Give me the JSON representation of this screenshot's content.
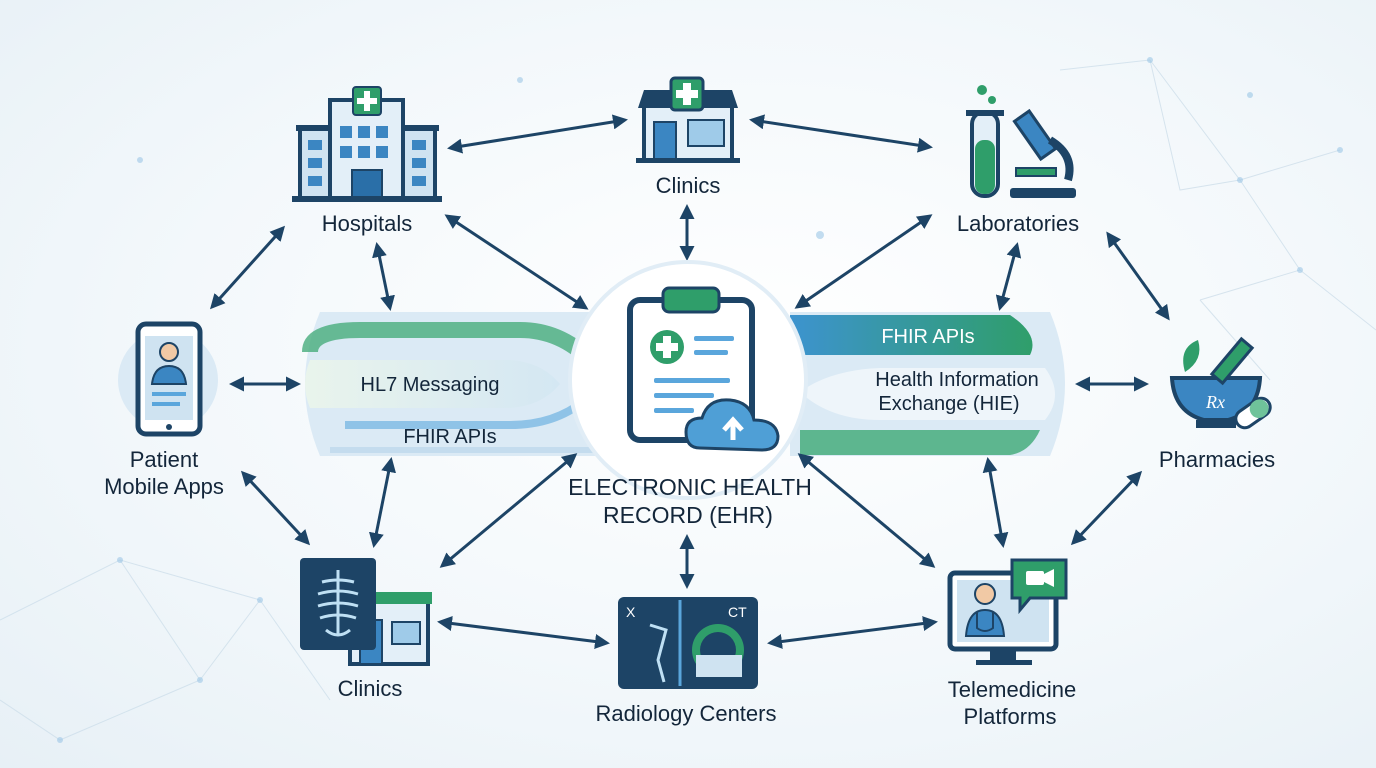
{
  "center": {
    "line1": "ELECTRONIC HEALTH",
    "line2": "RECORD (EHR)"
  },
  "bands": {
    "left_top": "HL7 Messaging",
    "left_bottom": "FHIR APIs",
    "right_top": "FHIR APIs",
    "right_mid1": "Health Information",
    "right_mid2": "Exchange (HIE)"
  },
  "nodes": {
    "hospitals": "Hospitals",
    "clinics_top": "Clinics",
    "laboratories": "Laboratories",
    "patient_line1": "Patient",
    "patient_line2": "Mobile Apps",
    "pharmacies": "Pharmacies",
    "clinics_bottom": "Clinics",
    "radiology": "Radiology Centers",
    "tele_line1": "Telemedicine",
    "tele_line2": "Platforms"
  },
  "icons": {
    "hospitals": "hospital-building-icon",
    "clinics_top": "clinic-storefront-icon",
    "laboratories": "test-tube-microscope-icon",
    "patient": "smartphone-patient-icon",
    "pharmacies": "mortar-pestle-pill-icon",
    "clinics_bottom": "xray-clinic-icon",
    "radiology": "ct-scanner-icon",
    "telemedicine": "video-consult-icon",
    "ehr": "clipboard-cloud-upload-icon"
  },
  "radiology_tags": {
    "left": "X",
    "right": "CT"
  },
  "pharmacy_tag": "Rx",
  "colors": {
    "navy": "#1d4466",
    "blue": "#5aa6dc",
    "green": "#2f9e6a",
    "light_green": "#e0f2e6",
    "light_blue": "#dbeaf5",
    "text": "#13263a"
  }
}
